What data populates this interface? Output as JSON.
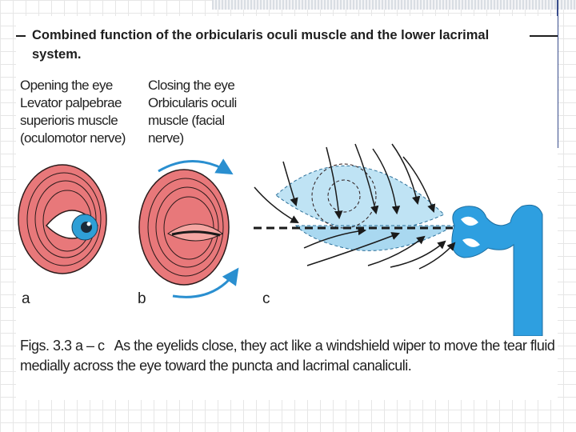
{
  "heading": {
    "title": "Combined function of the orbicularis oculi muscle and the lower lacrimal system."
  },
  "figure": {
    "label_a": {
      "lines": [
        "Opening the eye",
        "Levator palpebrae",
        "superioris muscle",
        "(oculomotor nerve)"
      ]
    },
    "label_b": {
      "lines": [
        "Closing the eye",
        "Orbicularis oculi",
        "muscle (facial",
        "nerve)"
      ]
    },
    "panel_letters": [
      "a",
      "b",
      "c"
    ],
    "caption": {
      "figref": "Figs. 3.3 a – c",
      "text": "As the eyelids close, they act like a windshield wiper to move the tear fluid medially across the eye toward the puncta and lacrimal canaliculi."
    }
  },
  "colors": {
    "muscle_fill": "#e8787a",
    "muscle_light": "#f4a6a2",
    "muscle_line": "#2b1a1a",
    "iris": "#2f9fd6",
    "tear_fluid": "#a9d8f0",
    "lacrimal_duct": "#2e9fe0",
    "arrow_blue": "#2a8fd0"
  }
}
